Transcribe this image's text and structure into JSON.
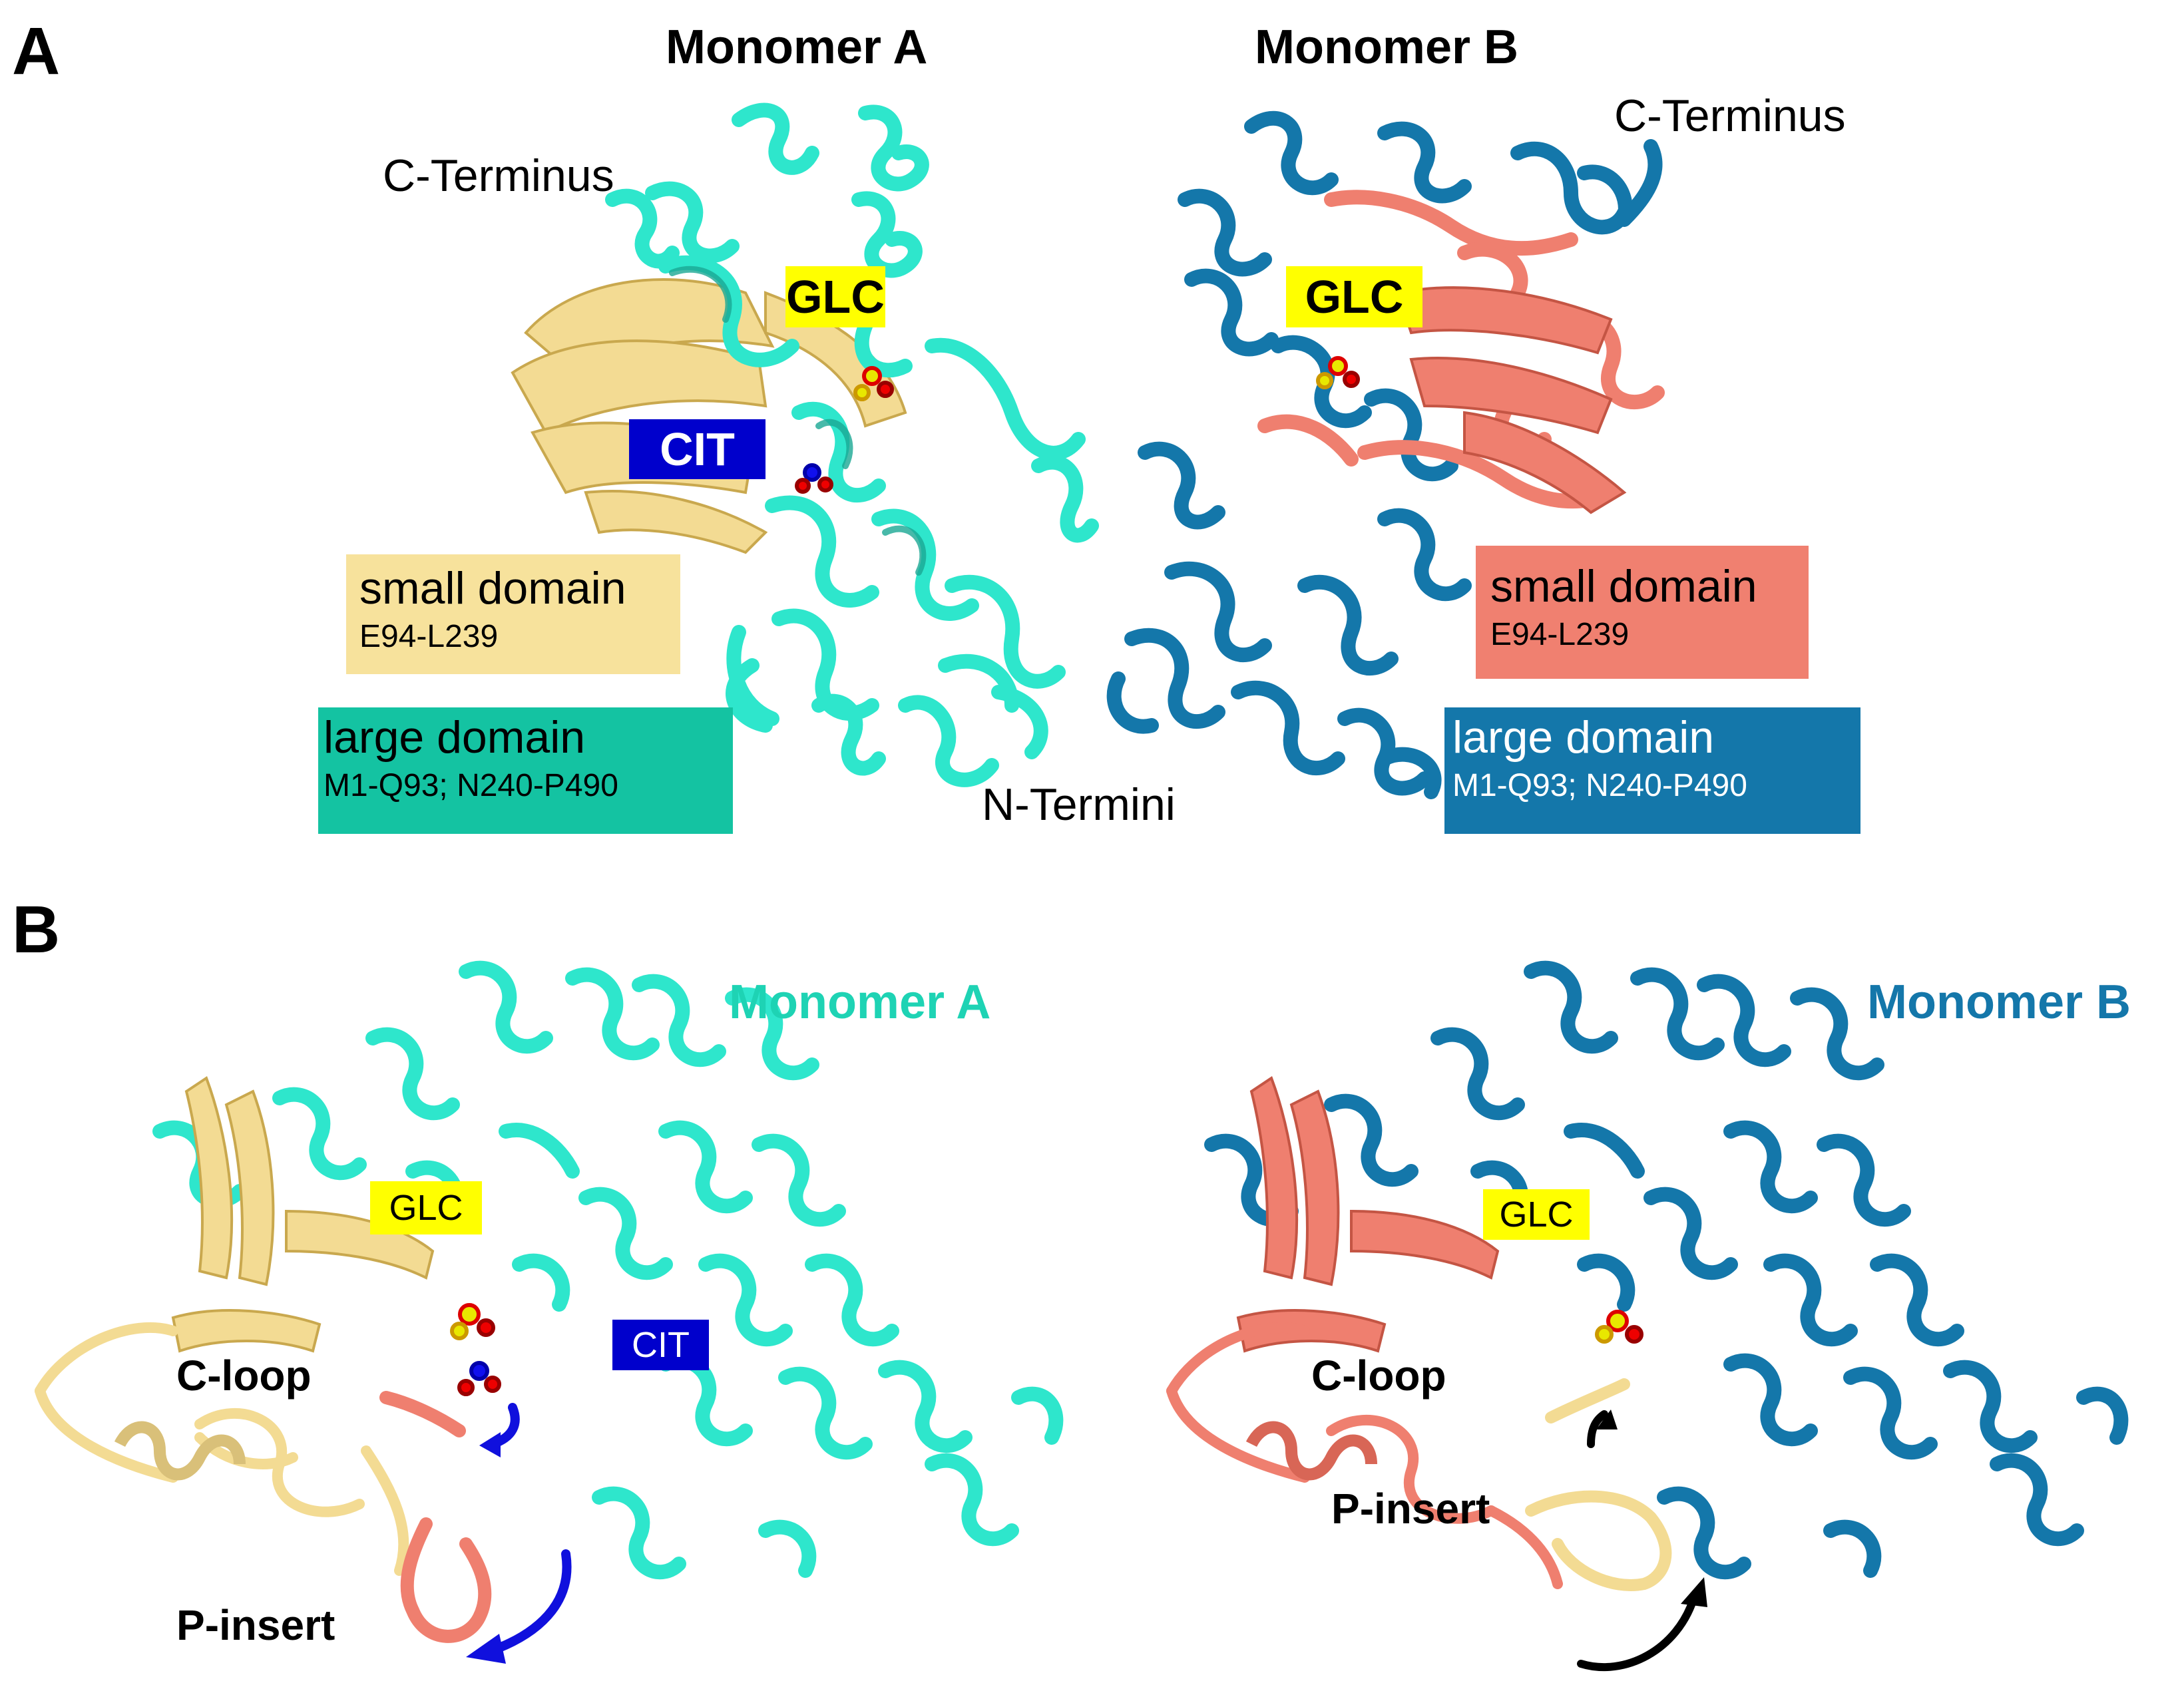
{
  "colors": {
    "monomer_a_large": "#2ee6cc",
    "monomer_a_large_box": "#14c3a2",
    "monomer_a_small": "#f3db93",
    "monomer_b_large": "#1477aa",
    "monomer_b_small": "#ef7f6f",
    "glc_tag": "#ffff00",
    "cit_tag": "#0000cc",
    "arrow_a": "#1010dd",
    "arrow_b": "#000000"
  },
  "panel_a": {
    "label": "A",
    "monomer_a_title": "Monomer A",
    "monomer_b_title": "Monomer B",
    "c_terminus_a": "C-Terminus",
    "c_terminus_b": "C-Terminus",
    "n_termini": "N-Termini",
    "glc_a": "GLC",
    "glc_b": "GLC",
    "cit_a": "CIT",
    "small_domain_a": {
      "name": "small domain",
      "range": "E94-L239"
    },
    "large_domain_a": {
      "name": "large domain",
      "range": "M1-Q93; N240-P490"
    },
    "small_domain_b": {
      "name": "small domain",
      "range": "E94-L239"
    },
    "large_domain_b": {
      "name": "large domain",
      "range": "M1-Q93; N240-P490"
    }
  },
  "panel_b": {
    "label": "B",
    "monomer_a_title": "Monomer A",
    "monomer_b_title": "Monomer B",
    "glc_a": "GLC",
    "glc_b": "GLC",
    "cit_a": "CIT",
    "c_loop_a": "C-loop",
    "p_insert_a": "P-insert",
    "c_loop_b": "C-loop",
    "p_insert_b": "P-insert"
  }
}
